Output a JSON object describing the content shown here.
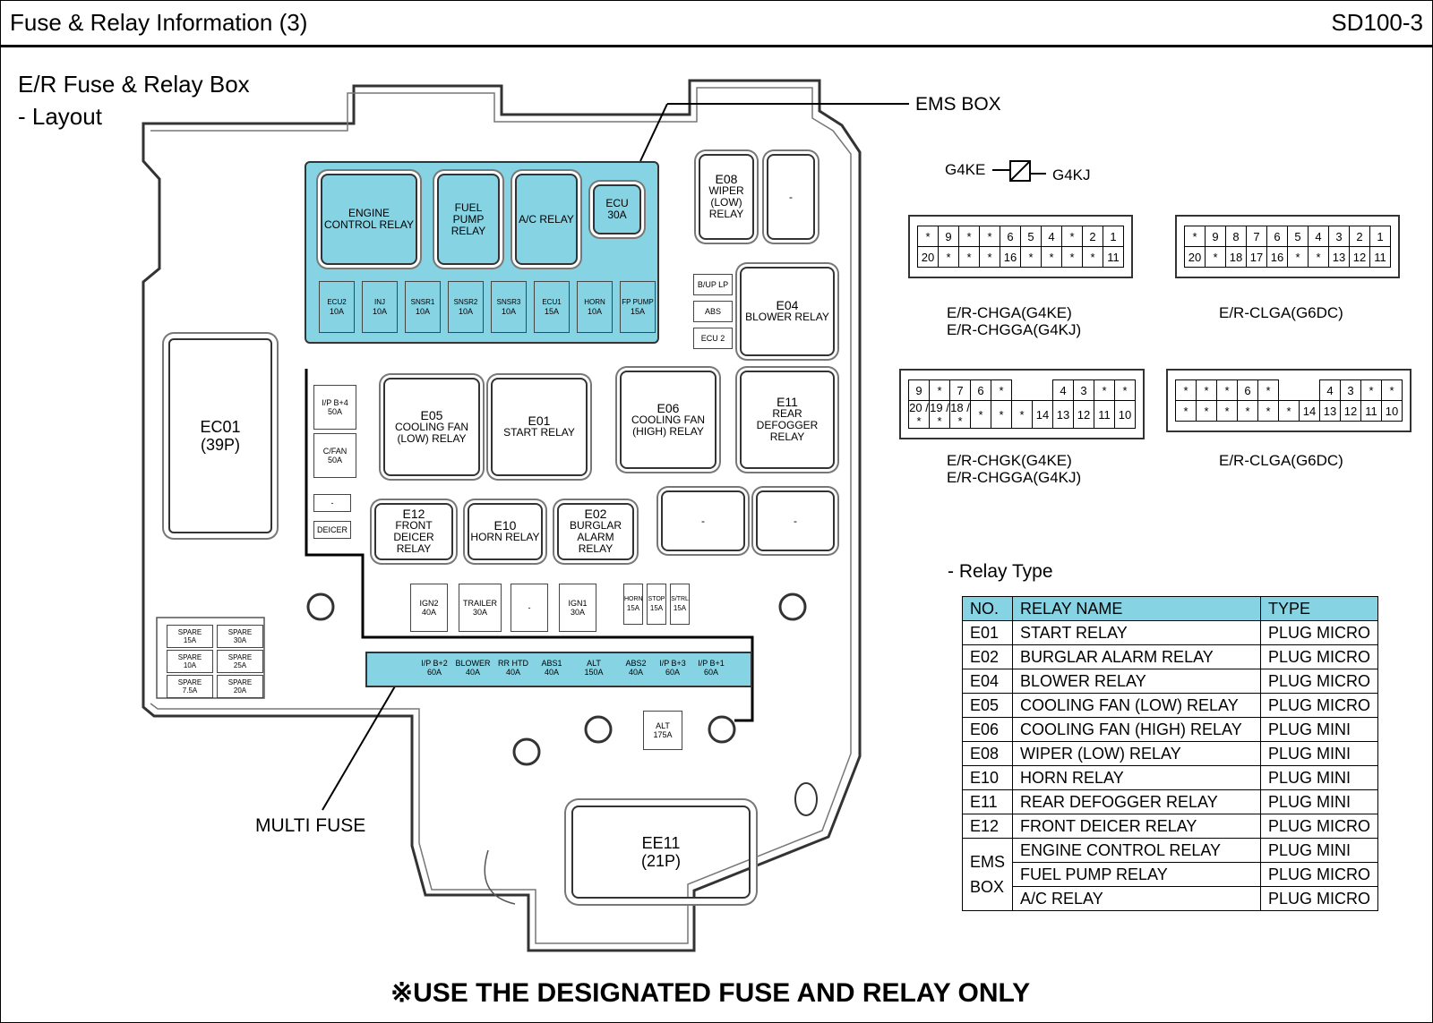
{
  "header": {
    "title": "Fuse & Relay Information (3)",
    "code": "SD100-3"
  },
  "section": {
    "title": "E/R Fuse & Relay Box",
    "subtitle": "- Layout"
  },
  "callouts": {
    "ems_box": "EMS BOX",
    "multi_fuse": "MULTI FUSE"
  },
  "ems_relays": [
    {
      "label": "ENGINE CONTROL RELAY"
    },
    {
      "label": "FUEL PUMP RELAY"
    },
    {
      "label": "A/C RELAY"
    }
  ],
  "ems_fuse": {
    "label": "ECU",
    "rating": "30A"
  },
  "ems_small_fuses": [
    {
      "name": "ECU2",
      "rating": "10A"
    },
    {
      "name": "INJ",
      "rating": "10A"
    },
    {
      "name": "SNSR1",
      "rating": "10A"
    },
    {
      "name": "SNSR2",
      "rating": "10A"
    },
    {
      "name": "SNSR3",
      "rating": "10A"
    },
    {
      "name": "ECU1",
      "rating": "15A"
    },
    {
      "name": "HORN",
      "rating": "10A"
    },
    {
      "name": "FP PUMP",
      "rating": "15A"
    }
  ],
  "relays": [
    {
      "id": "E08",
      "name": "WIPER (LOW) RELAY"
    },
    {
      "id": "",
      "name": "-"
    },
    {
      "id": "E04",
      "name": "BLOWER RELAY"
    },
    {
      "id": "E05",
      "name": "COOLING FAN (LOW) RELAY"
    },
    {
      "id": "E01",
      "name": "START RELAY"
    },
    {
      "id": "E06",
      "name": "COOLING FAN (HIGH) RELAY"
    },
    {
      "id": "E11",
      "name": "REAR DEFOGGER RELAY"
    },
    {
      "id": "E12",
      "name": "FRONT DEICER RELAY"
    },
    {
      "id": "E10",
      "name": "HORN RELAY"
    },
    {
      "id": "E02",
      "name": "BURGLAR ALARM RELAY"
    },
    {
      "id": "",
      "name": "-"
    },
    {
      "id": "",
      "name": "-"
    }
  ],
  "side_fuses": [
    {
      "name": "B/UP LP"
    },
    {
      "name": "ABS"
    },
    {
      "name": "ECU 2"
    }
  ],
  "left_fuses": [
    {
      "name": "I/P B+4",
      "rating": "50A"
    },
    {
      "name": "C/FAN",
      "rating": "50A"
    },
    {
      "name": "-",
      "rating": ""
    },
    {
      "name": "DEICER",
      "rating": ""
    }
  ],
  "ec01": {
    "id": "EC01",
    "pins": "(39P)"
  },
  "ee11": {
    "id": "EE11",
    "pins": "(21P)"
  },
  "spares": [
    {
      "name": "SPARE",
      "rating": "15A"
    },
    {
      "name": "SPARE",
      "rating": "30A"
    },
    {
      "name": "SPARE",
      "rating": "10A"
    },
    {
      "name": "SPARE",
      "rating": "25A"
    },
    {
      "name": "SPARE",
      "rating": "7.5A"
    },
    {
      "name": "SPARE",
      "rating": "20A"
    }
  ],
  "mid_fuses": [
    {
      "name": "IGN2",
      "rating": "40A"
    },
    {
      "name": "TRAILER",
      "rating": "30A"
    },
    {
      "name": "-",
      "rating": ""
    },
    {
      "name": "IGN1",
      "rating": "30A"
    }
  ],
  "mini_fuses": [
    {
      "name": "HORN",
      "rating": "15A"
    },
    {
      "name": "STOP",
      "rating": "15A"
    },
    {
      "name": "S/TRL",
      "rating": "15A"
    }
  ],
  "multi_fuses": [
    {
      "name": "I/P B+2",
      "rating": "60A"
    },
    {
      "name": "BLOWER",
      "rating": "40A"
    },
    {
      "name": "RR HTD",
      "rating": "40A"
    },
    {
      "name": "ABS1",
      "rating": "40A"
    },
    {
      "name": "ALT",
      "rating": "150A"
    },
    {
      "name": "ABS2",
      "rating": "40A"
    },
    {
      "name": "I/P B+3",
      "rating": "60A"
    },
    {
      "name": "I/P B+1",
      "rating": "60A"
    }
  ],
  "alt_fuse": {
    "name": "ALT",
    "rating": "175A"
  },
  "engine_legend": {
    "left": "G4KE",
    "right": "G4KJ"
  },
  "connectors": {
    "chga": {
      "row1": [
        "*",
        "9",
        "*",
        "*",
        "6",
        "5",
        "4",
        "*",
        "2",
        "1"
      ],
      "row2": [
        "20",
        "*",
        "*",
        "*",
        "16",
        "*",
        "*",
        "*",
        "*",
        "11"
      ],
      "cap1": "E/R-CHGA(G4KE)",
      "cap2": "E/R-CHGGA(G4KJ)"
    },
    "clga1": {
      "row1": [
        "*",
        "9",
        "8",
        "7",
        "6",
        "5",
        "4",
        "3",
        "2",
        "1"
      ],
      "row2": [
        "20",
        "*",
        "18",
        "17",
        "16",
        "*",
        "*",
        "13",
        "12",
        "11"
      ],
      "cap1": "E/R-CLGA(G6DC)"
    },
    "chgk": {
      "row1": [
        "9",
        "*",
        "7",
        "6",
        "*",
        "",
        "",
        "4",
        "3",
        "*",
        "*"
      ],
      "row2": [
        "20 / *",
        "19 / *",
        "18 / *",
        "*",
        "*",
        "*",
        "14",
        "13",
        "12",
        "11",
        "10"
      ],
      "cap1": "E/R-CHGK(G4KE)",
      "cap2": "E/R-CHGGA(G4KJ)"
    },
    "clga2": {
      "row1": [
        "*",
        "*",
        "*",
        "6",
        "*",
        "",
        "",
        "4",
        "3",
        "*",
        "*"
      ],
      "row2": [
        "*",
        "*",
        "*",
        "*",
        "*",
        "*",
        "14",
        "13",
        "12",
        "11",
        "10"
      ],
      "cap1": "E/R-CLGA(G6DC)"
    }
  },
  "relay_type": {
    "title": "- Relay Type",
    "headers": [
      "NO.",
      "RELAY NAME",
      "TYPE"
    ],
    "rows": [
      [
        "E01",
        "START RELAY",
        "PLUG MICRO"
      ],
      [
        "E02",
        "BURGLAR ALARM RELAY",
        "PLUG MICRO"
      ],
      [
        "E04",
        "BLOWER RELAY",
        "PLUG MICRO"
      ],
      [
        "E05",
        "COOLING FAN (LOW) RELAY",
        "PLUG MICRO"
      ],
      [
        "E06",
        "COOLING FAN (HIGH) RELAY",
        "PLUG MINI"
      ],
      [
        "E08",
        "WIPER (LOW) RELAY",
        "PLUG MINI"
      ],
      [
        "E10",
        "HORN RELAY",
        "PLUG MINI"
      ],
      [
        "E11",
        "REAR DEFOGGER RELAY",
        "PLUG MINI"
      ],
      [
        "E12",
        "FRONT DEICER RELAY",
        "PLUG MICRO"
      ]
    ],
    "ems_group": "EMS BOX",
    "ems_rows": [
      [
        "ENGINE CONTROL RELAY",
        "PLUG MINI"
      ],
      [
        "FUEL PUMP RELAY",
        "PLUG MICRO"
      ],
      [
        "A/C RELAY",
        "PLUG MICRO"
      ]
    ]
  },
  "footer": "※USE THE DESIGNATED FUSE AND RELAY ONLY",
  "colors": {
    "accent": "#86d3e4",
    "line": "#000000"
  }
}
